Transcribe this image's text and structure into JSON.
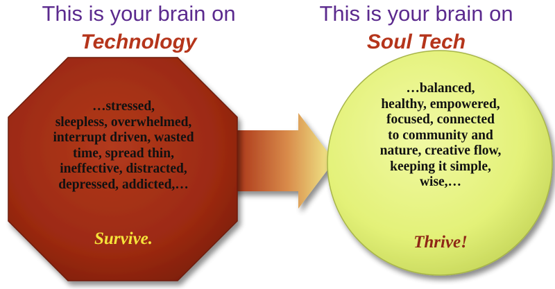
{
  "left_panel": {
    "heading_line1": "This is your brain on",
    "heading_line2": "Technology",
    "shape": "octagon",
    "color": "#9e2a12",
    "lines": [
      "…stressed,",
      "sleepless, overwhelmed,",
      "interrupt driven, wasted",
      "time, spread thin,",
      "ineffective, distracted,",
      "depressed, addicted,…"
    ],
    "verdict": "Survive.",
    "verdict_color": "#f5e43a"
  },
  "right_panel": {
    "heading_line1": "This is your brain on",
    "heading_line2": "Soul Tech",
    "shape": "circle",
    "color": "#e4f27a",
    "lines": [
      "…balanced,",
      "healthy, empowered,",
      "focused, connected",
      "to community and",
      "nature, creative flow,",
      "keeping it simple,",
      "wise,…"
    ],
    "verdict": "Thrive!",
    "verdict_color": "#8e2716"
  },
  "arrow": {
    "icon": "right-arrow-icon",
    "gradient_start": "#a52a12",
    "gradient_end": "#f2ef8c"
  },
  "colors": {
    "heading_purple": "#5b2a8e",
    "heading_red": "#b5351b"
  }
}
